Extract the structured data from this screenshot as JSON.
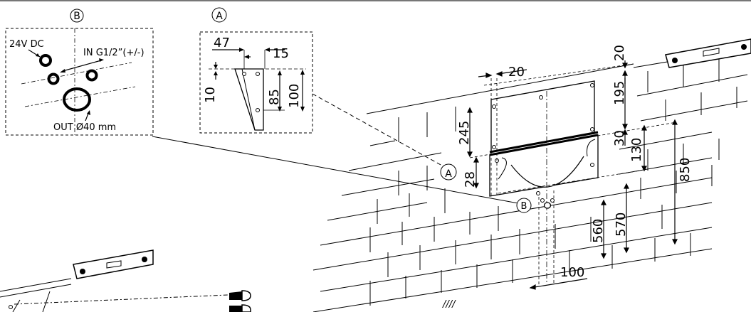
{
  "callouts": {
    "a": "A",
    "b": "B"
  },
  "detail_b": {
    "power_label": "24V DC",
    "inlet_label": "IN  G1/2”(+/-)",
    "outlet_label": "OUT Ø40 mm"
  },
  "detail_a": {
    "dim_47": "47",
    "dim_15": "15",
    "dim_10": "10",
    "dim_85": "85",
    "dim_100": "100"
  },
  "main": {
    "dim_20_top": "20",
    "dim_20_right": "20",
    "dim_195": "195",
    "dim_30": "30",
    "dim_130": "130",
    "dim_850": "850",
    "dim_245": "245",
    "dim_28": "28",
    "dim_560": "560",
    "dim_570": "570",
    "dim_100": "100",
    "floor_hatch": "////"
  }
}
